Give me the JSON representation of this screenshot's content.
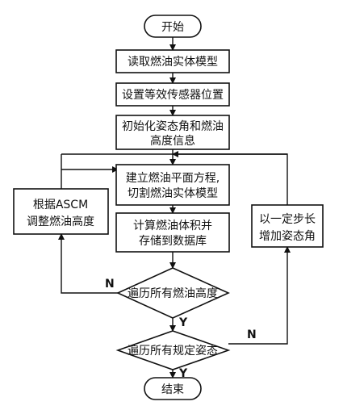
{
  "nodes": {
    "start": "开始",
    "read_model": "读取燃油实体模型",
    "sensor": "设置等效传感器位置",
    "init_line1": "初始化姿态角和燃油",
    "init_line2": "高度信息",
    "plane_line1": "建立燃油平面方程,",
    "plane_line2": "切割燃油实体模型",
    "volume_line1": "计算燃油体积并",
    "volume_line2": "存储到数据库",
    "adjust_line1": "根据ASCM",
    "adjust_line2": "调整燃油高度",
    "step_line1": "以一定步长",
    "step_line2": "增加姿态角",
    "loop_height": "遍历所有燃油高度",
    "loop_attitude": "遍历所有规定姿态",
    "end": "结束"
  },
  "edges": {
    "height_no": "N",
    "height_yes": "Y",
    "attitude_no": "N",
    "attitude_yes": "Y"
  }
}
